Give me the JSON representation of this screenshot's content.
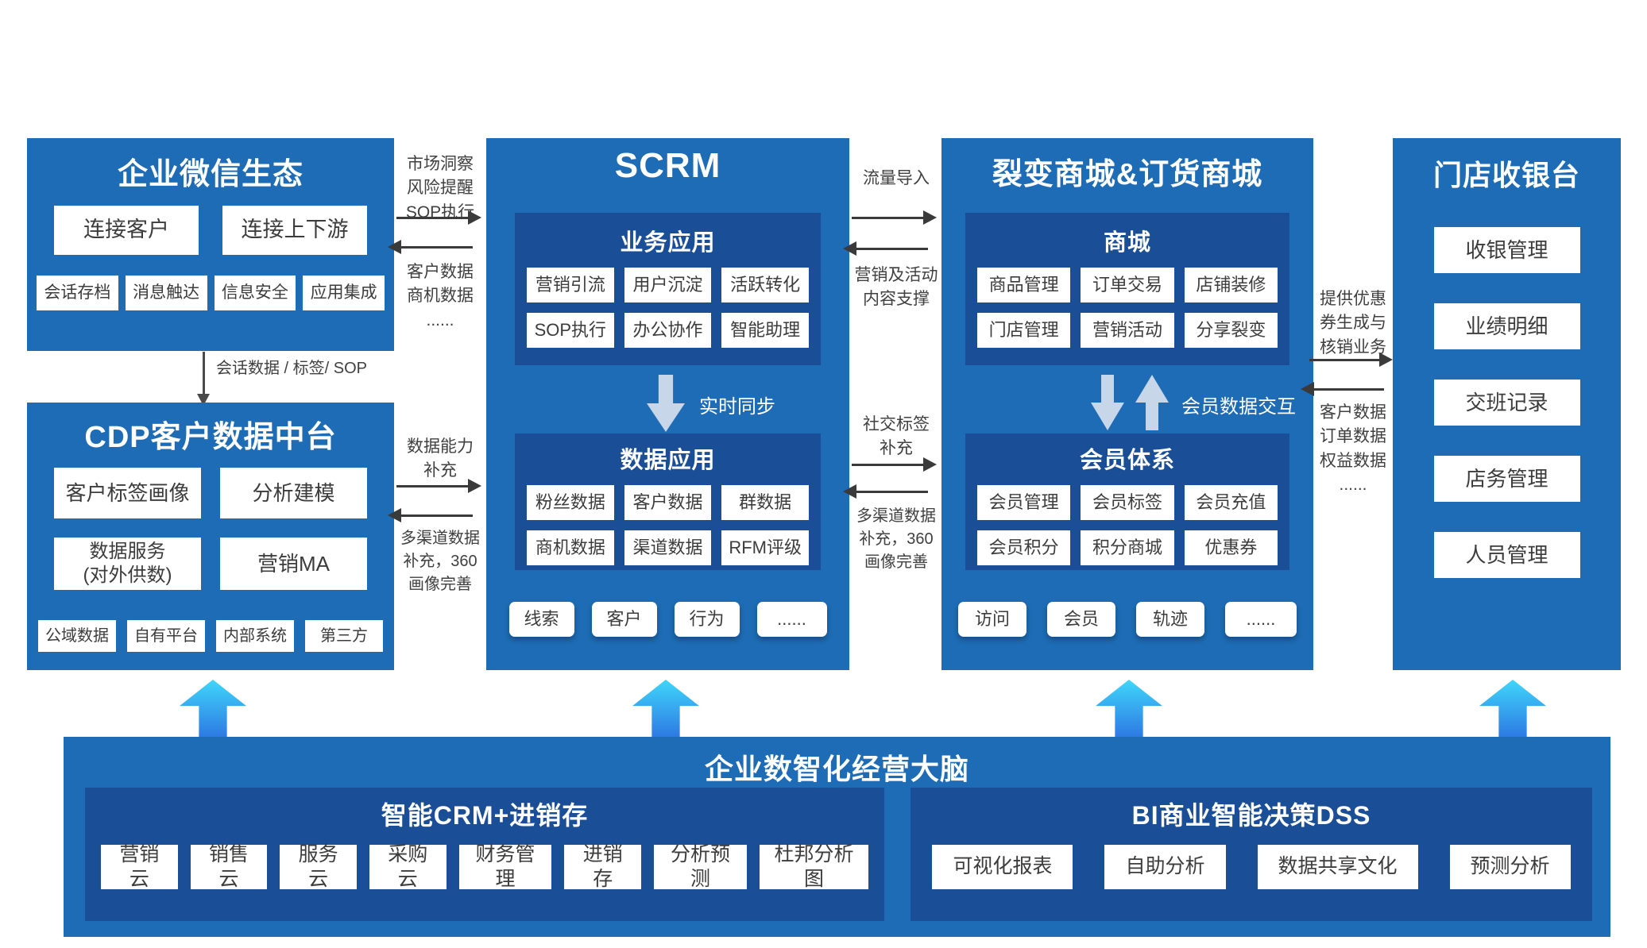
{
  "palette": {
    "panel_blue": "#1d6cb5",
    "inner_blue": "#1a4e97",
    "item_text": "#3c3c3c",
    "connector_arrow": "#3a3a3a",
    "soft_arrow": "#c7d6e9",
    "up_arrow_gradient_top": "#40d6fa",
    "up_arrow_gradient_bottom": "#2d7ae4"
  },
  "wechat": {
    "title": "企业微信生态",
    "items": [
      "连接客户",
      "连接上下游"
    ],
    "tags": [
      "会话存档",
      "消息触达",
      "信息安全",
      "应用集成"
    ]
  },
  "wechat_cdp_arrow_label": "会话数据 / 标签/ SOP",
  "cdp": {
    "title": "CDP客户数据中台",
    "items": [
      "客户标签画像",
      "分析建模",
      "数据服务\n(对外供数)",
      "营销MA"
    ],
    "tags": [
      "公域数据",
      "自有平台",
      "内部系统",
      "第三方"
    ]
  },
  "links": {
    "wechat_scrm": {
      "to_right": "市场洞察\n风险提醒\nSOP执行",
      "to_left": "客户数据\n商机数据\n......"
    },
    "cdp_scrm": {
      "to_right": "数据能力\n补充",
      "to_left": "多渠道数据\n补充，360\n画像完善"
    },
    "scrm_mall_top": {
      "to_right": "流量导入",
      "to_left": "营销及活动\n内容支撑"
    },
    "scrm_mall_bottom": {
      "to_right": "社交标签\n补充",
      "to_left": "多渠道数据\n补充，360\n画像完善"
    },
    "mall_pos": {
      "to_right": "提供优惠\n券生成与\n核销业务",
      "to_left": "客户数据\n订单数据\n权益数据\n......"
    }
  },
  "scrm": {
    "title": "SCRM",
    "business_title": "业务应用",
    "business_items": [
      "营销引流",
      "用户沉淀",
      "活跃转化",
      "SOP执行",
      "办公协作",
      "智能助理"
    ],
    "sync_label": "实时同步",
    "data_title": "数据应用",
    "data_items": [
      "粉丝数据",
      "客户数据",
      "群数据",
      "商机数据",
      "渠道数据",
      "RFM评级"
    ],
    "bottom_items": [
      "线索",
      "客户",
      "行为",
      "......"
    ]
  },
  "mall": {
    "title": "裂变商城&订货商城",
    "shop_title": "商城",
    "shop_items": [
      "商品管理",
      "订单交易",
      "店铺装修",
      "门店管理",
      "营销活动",
      "分享裂变"
    ],
    "exchange_label": "会员数据交互",
    "member_title": "会员体系",
    "member_items": [
      "会员管理",
      "会员标签",
      "会员充值",
      "会员积分",
      "积分商城",
      "优惠券"
    ],
    "bottom_items": [
      "访问",
      "会员",
      "轨迹",
      "......"
    ]
  },
  "pos": {
    "title": "门店收银台",
    "items": [
      "收银管理",
      "业绩明细",
      "交班记录",
      "店务管理",
      "人员管理"
    ]
  },
  "brain": {
    "title": "企业数智化经营大脑",
    "crm_title": "智能CRM+进销存",
    "crm_items": [
      "营销云",
      "销售云",
      "服务云",
      "采购云",
      "财务管理",
      "进销存",
      "分析预测",
      "杜邦分析图"
    ],
    "bi_title": "BI商业智能决策DSS",
    "bi_items": [
      "可视化报表",
      "自助分析",
      "数据共享文化",
      "预测分析"
    ]
  }
}
